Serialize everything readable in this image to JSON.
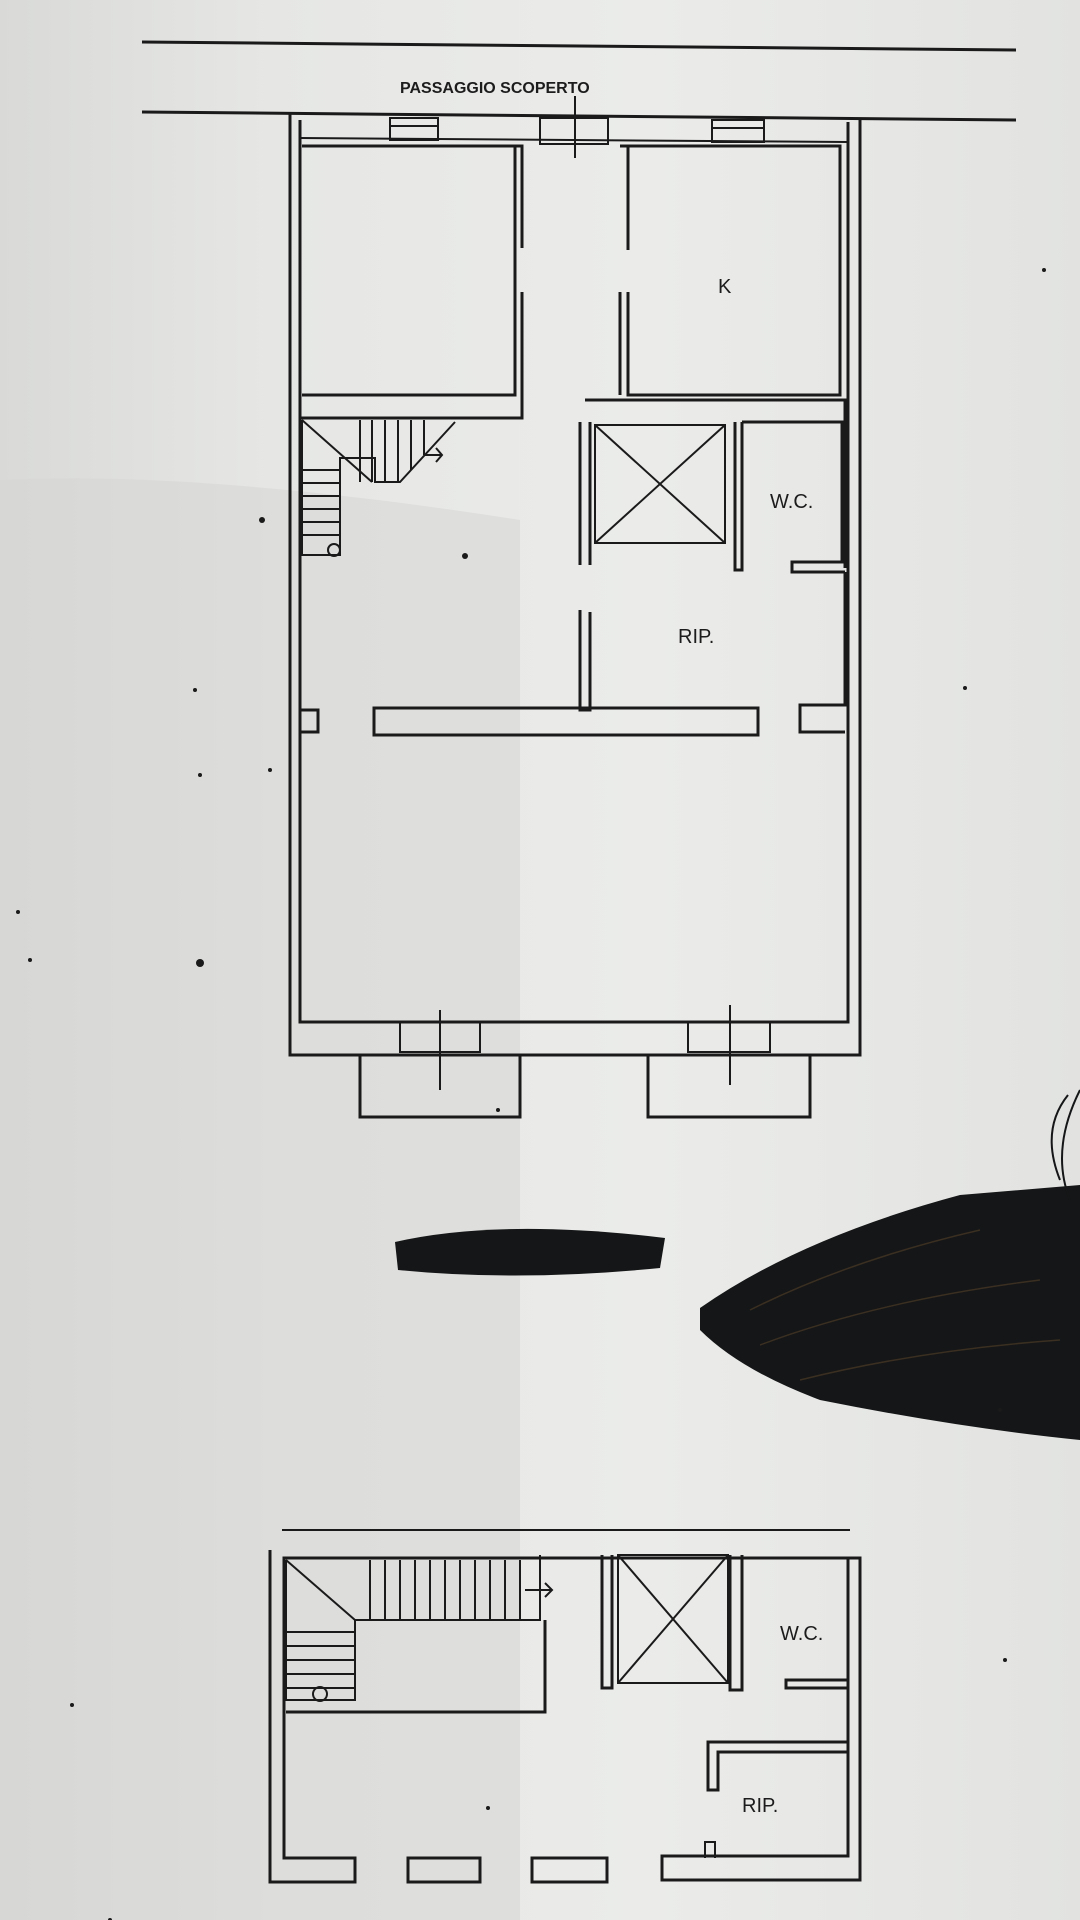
{
  "labels": {
    "passage": "PASSAGGIO SCOPERTO",
    "kitchen": "K",
    "wc_upper": "W.C.",
    "storage_upper": "RIP.",
    "wc_lower": "W.C.",
    "storage_lower": "RIP."
  },
  "colors": {
    "paper": "#e6e7e5",
    "ink": "#1a1a1a",
    "redaction": "#151617"
  }
}
